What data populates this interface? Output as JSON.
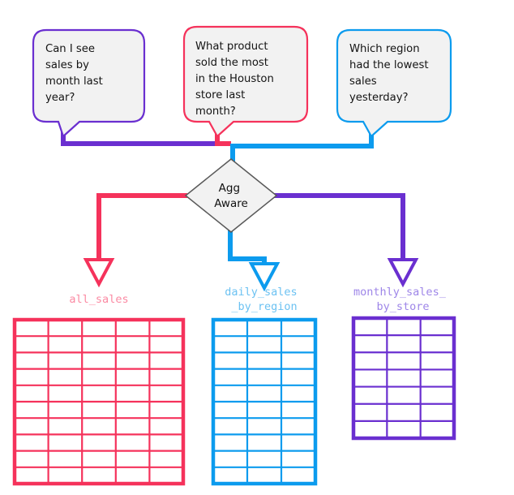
{
  "diagram": {
    "title": "Agg Aware query routing diagram",
    "background_color": "#ffffff",
    "colors": {
      "purple": "#6a2fd0",
      "pink": "#f5325b",
      "blue": "#0c9bee",
      "label_purple": "#9e86e8",
      "label_pink": "#fb8aa3",
      "label_blue": "#6cc2f2",
      "bubble_fill": "#f2f2f2",
      "decision_stroke": "#595959",
      "decision_fill": "#f2f2f2",
      "text": "#141414"
    },
    "questions": [
      {
        "id": "question-month-sales",
        "lines": [
          "Can I see",
          "sales by",
          "month last",
          "year?"
        ],
        "color": "#6a2fd0",
        "routes_to": "monthly_sales_by_store"
      },
      {
        "id": "question-houston-product",
        "lines": [
          "What product",
          "sold the most",
          "in the Houston",
          "store last",
          "month?"
        ],
        "color": "#f5325b",
        "routes_to": "all_sales"
      },
      {
        "id": "question-lowest-region",
        "lines": [
          "Which region",
          "had the lowest",
          "sales",
          "yesterday?"
        ],
        "color": "#0c9bee",
        "routes_to": "daily_sales_by_region"
      }
    ],
    "decision": {
      "id": "agg-aware-node",
      "lines": [
        "Agg",
        "Aware"
      ],
      "shape": "diamond"
    },
    "tables": [
      {
        "id": "table-all-sales",
        "label_lines": [
          "all_sales"
        ],
        "color": "#f5325b",
        "label_color": "#fb8aa3",
        "columns": 5,
        "rows": 10
      },
      {
        "id": "table-daily-sales-by-region",
        "label_lines": [
          "daily_sales",
          "_by_region"
        ],
        "color": "#0c9bee",
        "label_color": "#6cc2f2",
        "columns": 3,
        "rows": 10
      },
      {
        "id": "table-monthly-sales-by-store",
        "label_lines": [
          "monthly_sales_",
          "by_store"
        ],
        "color": "#6a2fd0",
        "label_color": "#9e86e8",
        "columns": 3,
        "rows": 7
      }
    ]
  }
}
